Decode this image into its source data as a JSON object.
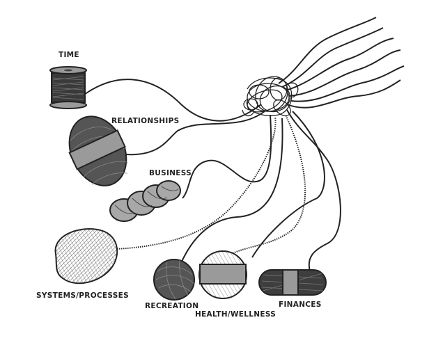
{
  "labels": {
    "time": "TIME",
    "relationships": "RELATIONSHIPS",
    "business": "BUSINESS",
    "systems": "SYSTEMS/PROCESSES",
    "recreation": "RECREATION",
    "health": "HEALTH/WELLNESS",
    "finances": "FINANCES"
  },
  "colors": {
    "ink": "#222222",
    "dark_yarn": "#555555",
    "mid_yarn": "#8a8a8a",
    "light_yarn": "#a8a8a8",
    "band": "#9a9a9a"
  }
}
